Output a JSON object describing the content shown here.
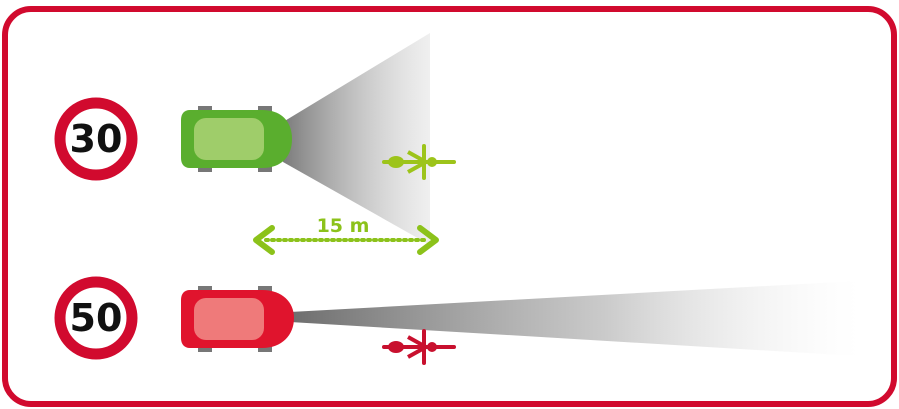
{
  "signs": {
    "top": {
      "value": "30"
    },
    "bottom": {
      "value": "50"
    }
  },
  "distance_label": "15 m",
  "colors": {
    "frame": "#d10a2e",
    "sign_ring": "#d10a2e",
    "car_slow": "#5aae2e",
    "car_slow_window": "#9fcd6a",
    "car_fast": "#e0142d",
    "car_fast_window": "#ef7a7a",
    "cyclist_slow": "#9dc41a",
    "cyclist_fast": "#c8102e",
    "arrow": "#8cc21a",
    "beam": "#8a8a8a"
  },
  "icons": [
    "speed-limit-sign",
    "car-icon",
    "cyclist-icon",
    "double-arrow-icon",
    "headlight-beam"
  ]
}
